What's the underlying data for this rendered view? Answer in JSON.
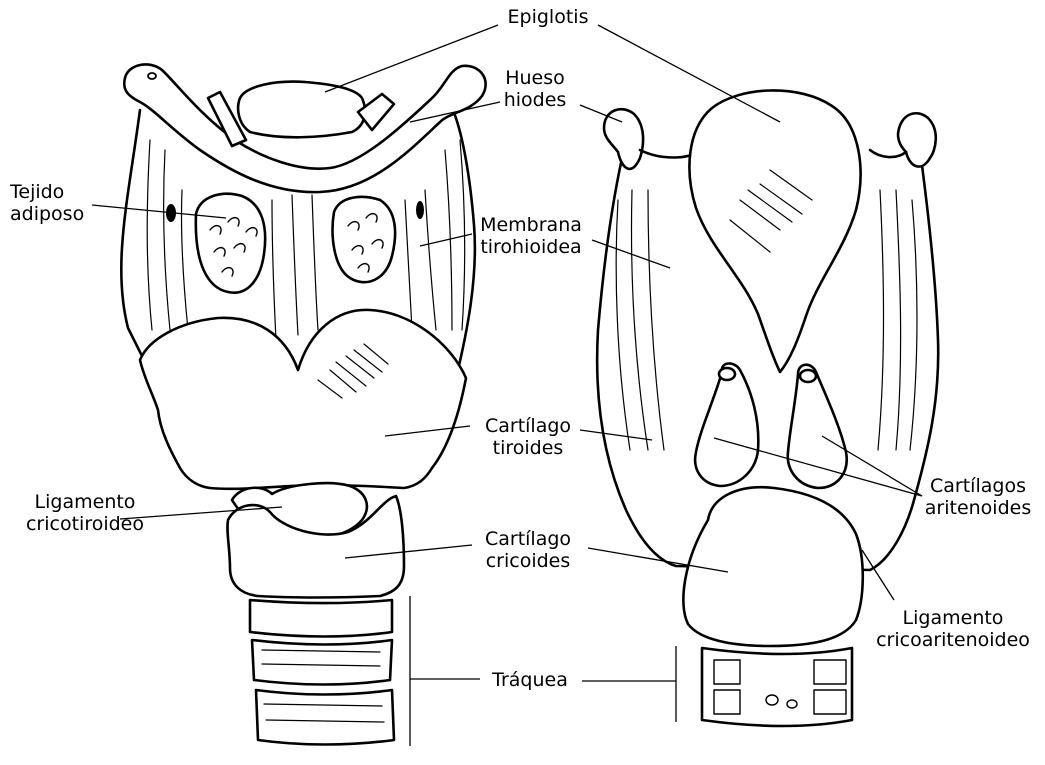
{
  "labels": {
    "epiglotis": [
      "Epiglotis"
    ],
    "hueso_hioides": [
      "Hueso",
      "hiodes"
    ],
    "tejido_adiposo": [
      "Tejido",
      "adiposo"
    ],
    "membrana": [
      "Membrana",
      "tirohioidea"
    ],
    "cartilago_tiroides": [
      "Cartílago",
      "tiroides"
    ],
    "ligamento_cricotiroideo": [
      "Ligamento",
      "cricotiroideo"
    ],
    "cartilago_cricoides": [
      "Cartílago",
      "cricoides"
    ],
    "cartilagos_aritenoides": [
      "Cartílagos",
      "aritenoides"
    ],
    "ligamento_cricoaritenoideo": [
      "Ligamento",
      "cricoaritenoideo"
    ],
    "traquea": [
      "Tráquea"
    ]
  }
}
